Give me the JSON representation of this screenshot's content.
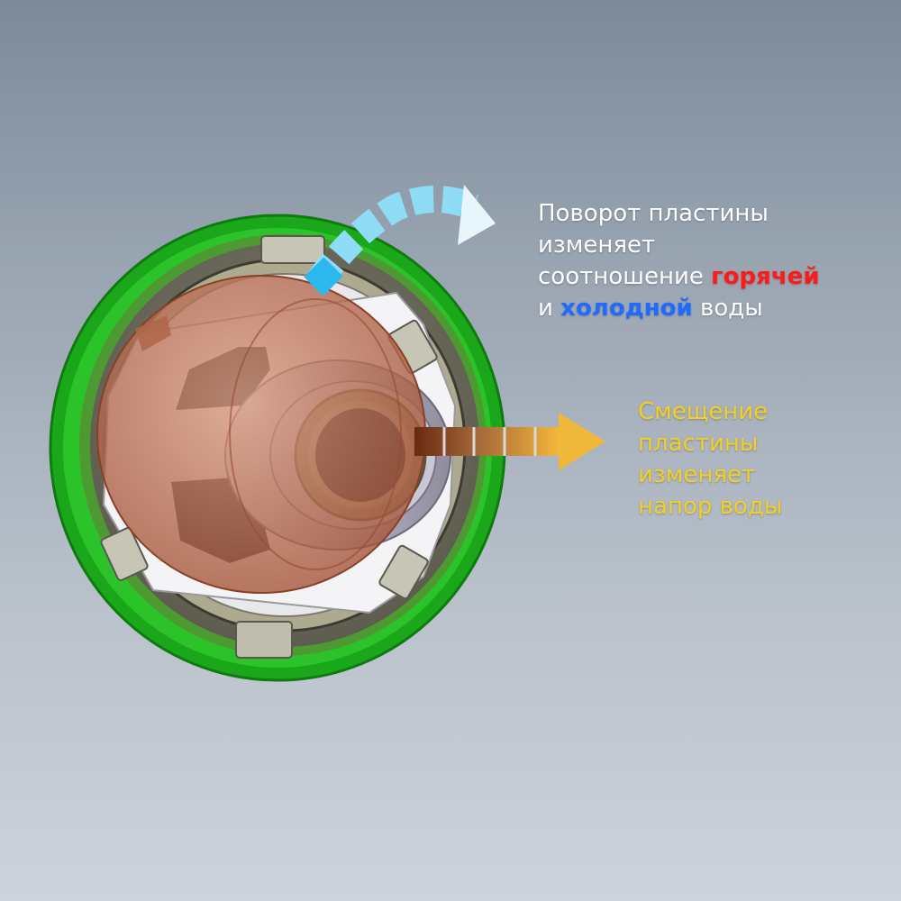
{
  "captions": {
    "rotation": {
      "line1": "Поворот пластины",
      "line2": "изменяет",
      "line3_pre": "соотношение",
      "hot_word": "горячей",
      "line4_pre": "и",
      "cold_word": "холодной",
      "line4_post": "воды"
    },
    "shift": {
      "line1": "Смещение",
      "line2": "пластины",
      "line3": "изменяет",
      "line4": "напор воды"
    }
  },
  "colors": {
    "background_top": "#7e8a9a",
    "background_bottom": "#cdd3da",
    "housing_ring": "#2cc22a",
    "ceramic_plate": "#c07a60",
    "hot_text": "#ff1a1a",
    "cold_text": "#1f6bff",
    "shift_text": "#f3d020",
    "rotation_arrow": "#7fd4f5",
    "shift_arrow": "#e0ac40"
  }
}
